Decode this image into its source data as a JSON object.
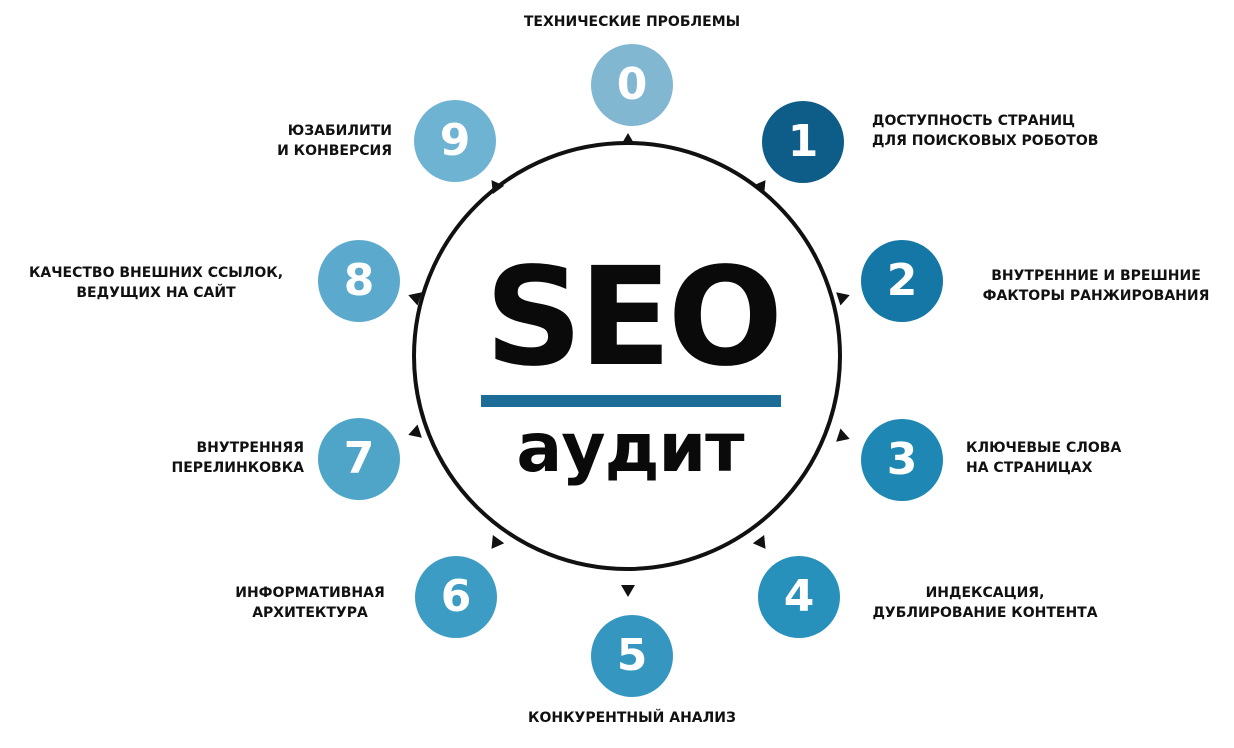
{
  "diagram": {
    "center": {
      "title": "SEO",
      "subtitle": "аудит"
    },
    "colors": {
      "accent_line": "#1b6c96",
      "node_0": "#82b7d2",
      "node_1": "#0d5d88",
      "node_2": "#1577a5",
      "node_3": "#1e87b3",
      "node_4": "#2790bb",
      "node_5": "#3597c0",
      "node_6": "#3d9cc3",
      "node_7": "#4ea5c8",
      "node_8": "#5ba9cc",
      "node_9": "#6fb3d3"
    },
    "nodes": [
      {
        "number": "0",
        "lines": [
          "ТЕХНИЧЕСКИЕ ПРОБЛЕМЫ"
        ]
      },
      {
        "number": "1",
        "lines": [
          "ДОСТУПНОСТЬ СТРАНИЦ",
          "ДЛЯ ПОИСКОВЫХ РОБОТОВ"
        ]
      },
      {
        "number": "2",
        "lines": [
          "ВНУТРЕННИЕ И ВРЕШНИЕ",
          "ФАКТОРЫ РАНЖИРОВАНИЯ"
        ]
      },
      {
        "number": "3",
        "lines": [
          "КЛЮЧЕВЫЕ СЛОВА",
          "НА СТРАНИЦАХ"
        ]
      },
      {
        "number": "4",
        "lines": [
          "ИНДЕКСАЦИЯ,",
          "ДУБЛИРОВАНИЕ КОНТЕНТА"
        ]
      },
      {
        "number": "5",
        "lines": [
          "КОНКУРЕНТНЫЙ АНАЛИЗ"
        ]
      },
      {
        "number": "6",
        "lines": [
          "ИНФОРМАТИВНАЯ",
          "АРХИТЕКТУРА"
        ]
      },
      {
        "number": "7",
        "lines": [
          "ВНУТРЕННЯЯ",
          "ПЕРЕЛИНКОВКА"
        ]
      },
      {
        "number": "8",
        "lines": [
          "КАЧЕСТВО ВНЕШНИХ ССЫЛОК,",
          "ВЕДУЩИХ НА САЙТ"
        ]
      },
      {
        "number": "9",
        "lines": [
          "ЮЗАБИЛИТИ",
          "И КОНВЕРСИЯ"
        ]
      }
    ]
  }
}
